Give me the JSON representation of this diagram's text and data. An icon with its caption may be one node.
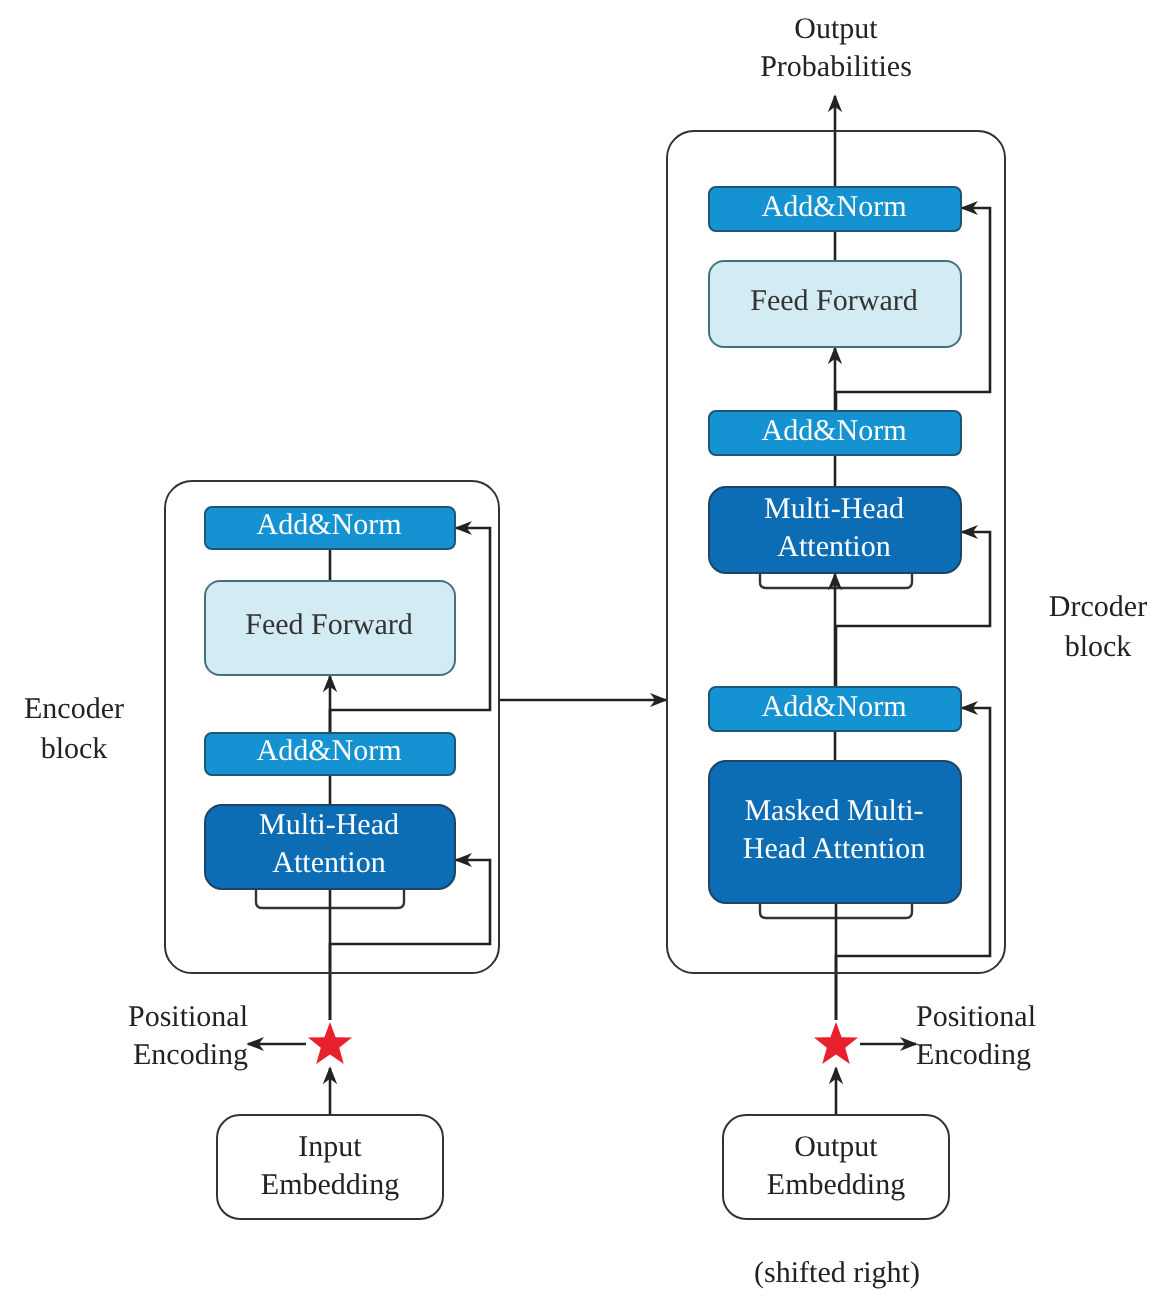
{
  "diagram": {
    "nodes": [
      {
        "text": [
          "Encoder block"
        ]
      },
      {
        "text": [
          "Add&Norm"
        ],
        "in": 0
      },
      {
        "text": [
          "Feed Forward"
        ],
        "in": 0
      },
      {
        "text": [
          "Add&Norm"
        ],
        "in": 0
      },
      {
        "text": [
          "Multi-Head Attention"
        ],
        "in": 0
      },
      {
        "text": [
          "Drcoder block"
        ]
      },
      {
        "text": [
          "Add&Norm"
        ],
        "in": 5
      },
      {
        "text": [
          "Feed Forward"
        ],
        "in": 5
      },
      {
        "text": [
          "Add&Norm"
        ],
        "in": 5
      },
      {
        "text": [
          "Multi-Head Attention"
        ],
        "in": 5
      },
      {
        "text": [
          "Add&Norm"
        ],
        "in": 5
      },
      {
        "text": [
          "Masked Multi-Head Attention"
        ],
        "in": 5
      },
      {
        "text": [
          "Output Probabilities"
        ]
      },
      {
        "text": [],
        "shape": "star"
      },
      {
        "text": [
          "Positional Encoding"
        ]
      },
      {
        "text": [
          "Input Embedding"
        ]
      },
      {
        "text": [],
        "shape": "star"
      },
      {
        "text": [
          "Positional Encoding"
        ]
      },
      {
        "text": [
          "Output Embedding"
        ],
        "beside": [
          "(shifted right)"
        ]
      }
    ],
    "edges": [
      {
        "from": 15,
        "to": 13,
        "arrow": "to"
      },
      {
        "from": 13,
        "to": 4,
        "arrow": "none"
      },
      {
        "from": 13,
        "to": 4,
        "arrow": "to"
      },
      {
        "from": 13,
        "to": 14,
        "arrow": "to"
      },
      {
        "from": 4,
        "to": 3,
        "arrow": "none"
      },
      {
        "from": 3,
        "to": 2,
        "arrow": "to"
      },
      {
        "from": 3,
        "to": 1,
        "arrow": "to"
      },
      {
        "from": 2,
        "to": 1,
        "arrow": "none"
      },
      {
        "from": 0,
        "to": 5,
        "arrow": "to"
      },
      {
        "from": 18,
        "to": 16,
        "arrow": "to"
      },
      {
        "from": 16,
        "to": 11,
        "arrow": "none"
      },
      {
        "from": 16,
        "to": 17,
        "arrow": "to"
      },
      {
        "from": 16,
        "to": 10,
        "arrow": "to"
      },
      {
        "from": 11,
        "to": 10,
        "arrow": "none"
      },
      {
        "from": 10,
        "to": 9,
        "arrow": "to"
      },
      {
        "from": 10,
        "to": 9,
        "arrow": "to"
      },
      {
        "from": 9,
        "to": 8,
        "arrow": "none"
      },
      {
        "from": 8,
        "to": 7,
        "arrow": "to"
      },
      {
        "from": 8,
        "to": 6,
        "arrow": "to"
      },
      {
        "from": 7,
        "to": 6,
        "arrow": "none"
      },
      {
        "from": 6,
        "to": 12,
        "arrow": "to"
      }
    ]
  }
}
